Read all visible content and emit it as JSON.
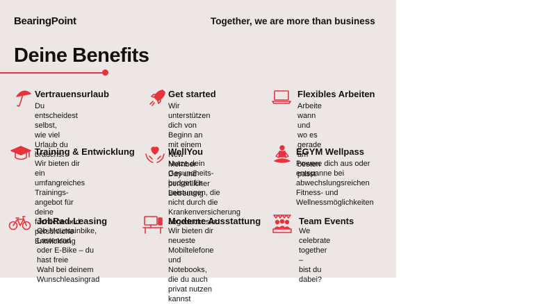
{
  "header": {
    "logo": "BearingPoint",
    "tagline": "Together, we are more than business"
  },
  "title": "Deine Benefits",
  "colors": {
    "accent": "#e8323c",
    "panel": "#ece7e4",
    "text": "#111111"
  },
  "benefits": [
    {
      "icon": "umbrella-icon",
      "title": "Vertrauensurlaub",
      "lines": [
        "Du entscheidest selbst,",
        "wie viel Urlaub du",
        "brauchst"
      ]
    },
    {
      "icon": "rocket-icon",
      "title": "Get started",
      "lines": [
        "Wir unterstützen dich von",
        "Beginn an mit einem New",
        "Member Day und",
        "persönlicher Betreuung"
      ]
    },
    {
      "icon": "laptop-icon",
      "title": "Flexibles Arbeiten",
      "lines": [
        "Arbeite wann und wo es",
        "gerade am besten passt"
      ]
    },
    {
      "icon": "graduation-cap-icon",
      "title": "Training & Entwicklung",
      "lines": [
        "Wir bieten dir ein",
        "umfangreiches Trainings-",
        "angebot für deine",
        "fachliche und persönliche",
        "Entwicklung"
      ]
    },
    {
      "icon": "heart-hands-icon",
      "title": "WellYou",
      "lines": [
        "Nutze dein Gesundheits-",
        "budget für Leistungen, die",
        "nicht durch die",
        "Krankenversicherung",
        "abgedeckt sind"
      ]
    },
    {
      "icon": "meditation-icon",
      "title": "EGYM Wellpass",
      "lines": [
        "Powere dich aus oder",
        "entspanne bei",
        "abwechslungsreichen",
        "Fitness- und",
        "Wellnessmöglichkeiten"
      ]
    },
    {
      "icon": "bicycle-icon",
      "title": "JobRad-Leasing",
      "lines": [
        "Ob Mountainbike, Lastenrad",
        "oder E-Bike – du hast freie",
        "Wahl bei deinem",
        "Wunschleasingrad"
      ]
    },
    {
      "icon": "workstation-icon",
      "title": "Moderne Ausstattung",
      "lines": [
        "Wir bieten dir neueste",
        "Mobiltelefone und",
        "Notebooks, die du auch",
        "privat nutzen kannst"
      ]
    },
    {
      "icon": "team-celebration-icon",
      "title": "Team Events",
      "lines": [
        "We celebrate together –",
        "bist du dabei?"
      ]
    }
  ]
}
